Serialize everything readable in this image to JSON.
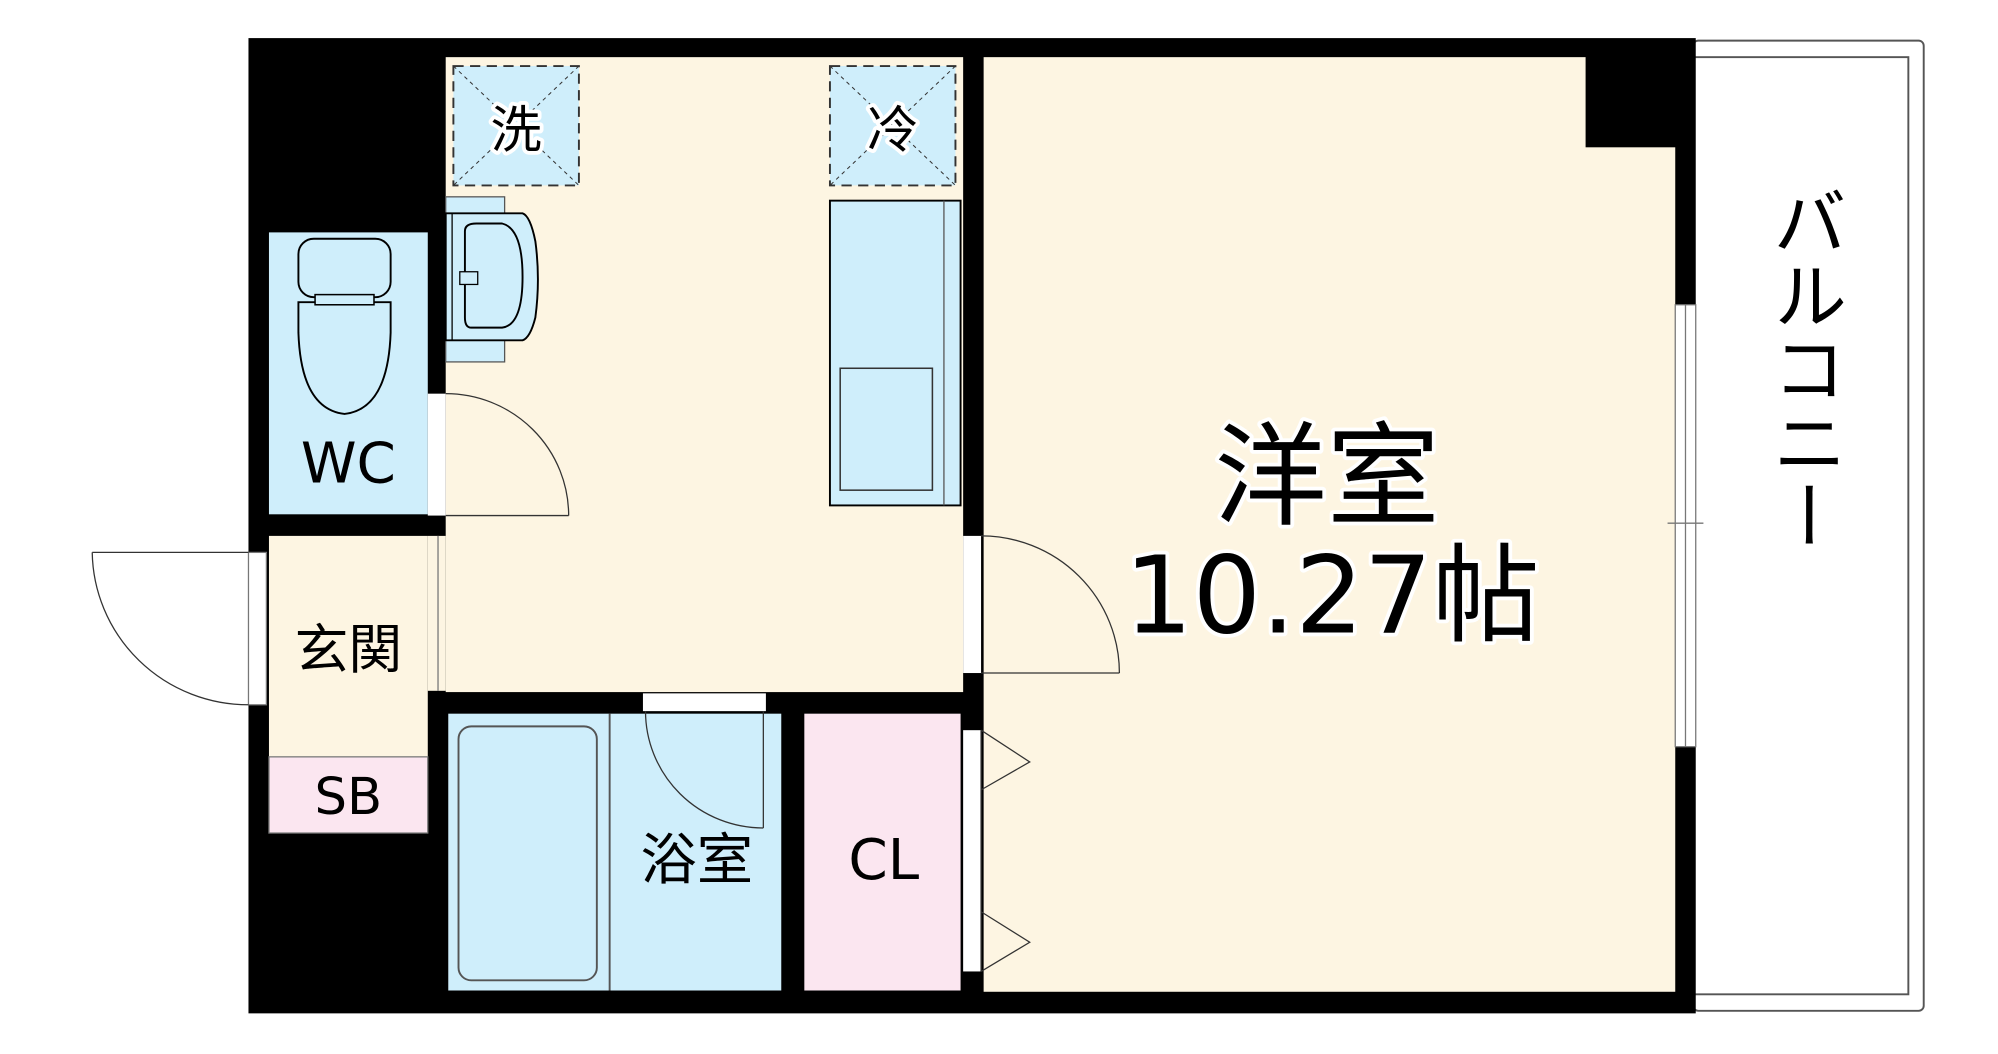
{
  "floorplan": {
    "colors": {
      "wall": "#000000",
      "floor_room": "#fdf5e2",
      "wet_area": "#cfeefb",
      "closet": "#fbe6f0",
      "balcony": "#ffffff"
    },
    "rooms": {
      "western_room": {
        "name": "洋室",
        "size": "10.27帖"
      },
      "balcony": {
        "name": "バルコニー"
      },
      "wc": {
        "name": "WC"
      },
      "entrance": {
        "name": "玄関"
      },
      "shoe_box": {
        "name": "SB"
      },
      "bathroom": {
        "name": "浴室"
      },
      "closet": {
        "name": "CL"
      }
    },
    "fixtures": {
      "washer_space": {
        "label": "洗"
      },
      "fridge_space": {
        "label": "冷"
      }
    }
  }
}
